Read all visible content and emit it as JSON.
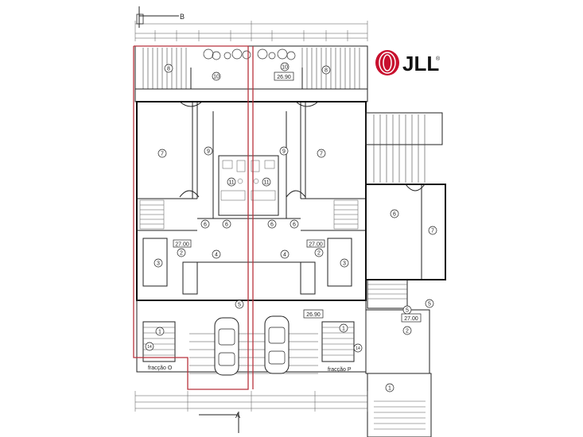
{
  "brand": {
    "name": "JLL",
    "mark": "®",
    "color": "#c8102e"
  },
  "plan": {
    "axis_top": "B",
    "axis_bottom": "A",
    "unit_o_label": "fracção O",
    "unit_p_label": "fracção P",
    "levels": {
      "top": "26.90",
      "left_mid": "27.00",
      "right_mid": "27.00",
      "center_low": "26.90",
      "far_right": "27.00"
    },
    "room_numbers": {
      "n10a": "10",
      "n10b": "10",
      "n8a": "8",
      "n8b": "8",
      "n7a": "7",
      "n9a": "9",
      "n9b": "9",
      "n7b": "7",
      "n7c": "7",
      "n11a": "11",
      "n11b": "11",
      "n6a": "6",
      "n6b": "6",
      "n6c": "6",
      "n6d": "6",
      "n6e": "6",
      "n4a": "4",
      "n4b": "4",
      "n3a": "3",
      "n3b": "3",
      "n2a": "2",
      "n2b": "2",
      "n2c": "2",
      "n1a": "1",
      "n1b": "1",
      "n1c": "1",
      "n5a": "5",
      "n5b": "5",
      "n5c": "5",
      "n14a": "14",
      "n14b": "14"
    },
    "outline_color": "#b8323c"
  }
}
